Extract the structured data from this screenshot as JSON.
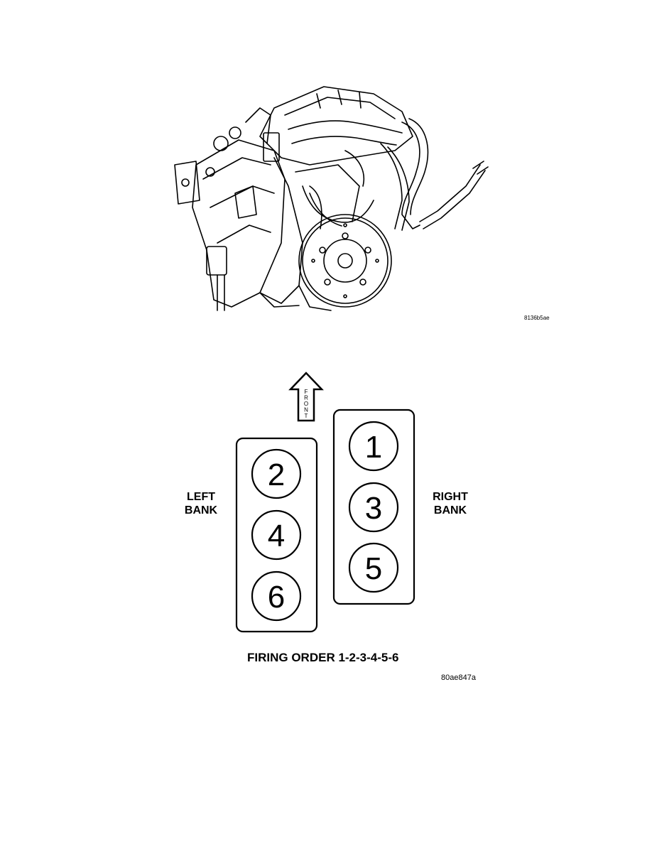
{
  "figure_ids": {
    "engine": "8136b5ae",
    "firing_diagram": "80ae847a"
  },
  "front_label": [
    "F",
    "R",
    "O",
    "N",
    "T"
  ],
  "left_bank": {
    "label_line1": "LEFT",
    "label_line2": "BANK",
    "cylinders": [
      "2",
      "4",
      "6"
    ]
  },
  "right_bank": {
    "label_line1": "RIGHT",
    "label_line2": "BANK",
    "cylinders": [
      "1",
      "3",
      "5"
    ]
  },
  "firing_order": "FIRING ORDER 1-2-3-4-5-6",
  "colors": {
    "ink": "#000000",
    "paper": "#ffffff"
  }
}
